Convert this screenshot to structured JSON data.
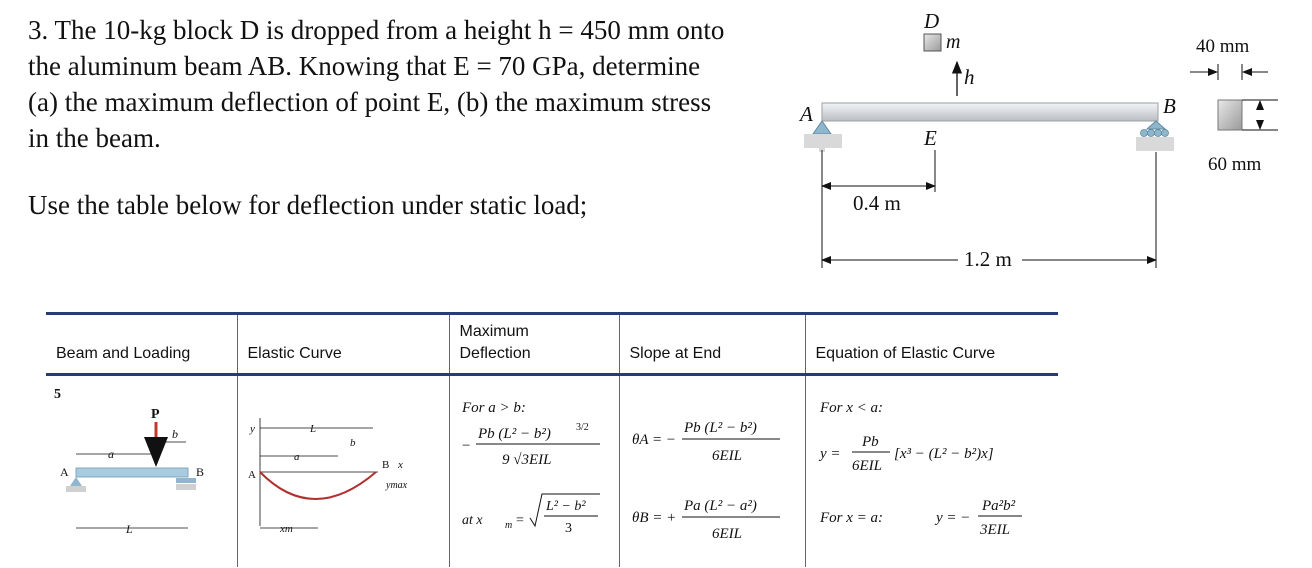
{
  "problem": {
    "lines": [
      "3. The 10-kg block D is dropped from a height h = 450 mm onto",
      "the aluminum beam AB. Knowing that E = 70 GPa, determine",
      "(a) the maximum deflection of point E, (b) the maximum stress",
      "in the beam."
    ],
    "instruction": "Use the table below for deflection under static load;"
  },
  "figure": {
    "label_D": "D",
    "label_m": "m",
    "label_h": "h",
    "label_A": "A",
    "label_B": "B",
    "label_E": "E",
    "dim_a": "0.4 m",
    "dim_L": "1.2 m",
    "section_width": "40 mm",
    "section_height": "60 mm"
  },
  "table": {
    "headers": {
      "beam": "Beam and Loading",
      "curve": "Elastic Curve",
      "deflection_line1": "Maximum",
      "deflection_line2": "Deflection",
      "slope": "Slope at End",
      "equation": "Equation of Elastic Curve"
    },
    "row": {
      "case_number": "5",
      "beam_labels": {
        "P": "P",
        "a": "a",
        "b": "b",
        "A": "A",
        "B": "B",
        "L": "L"
      },
      "curve_labels": {
        "y": "y",
        "L": "L",
        "a": "a",
        "b": "b",
        "A": "A",
        "B": "B",
        "x": "x",
        "ymax": "ymax",
        "xm": "xm"
      },
      "deflection": {
        "condition": "For a > b:",
        "numerator": "Pb (L² − b²)",
        "exponent": "3/2",
        "denominator": "9 √3EIL",
        "location_prefix": "at x",
        "location_sub": "m",
        "location_numerator": "L² − b²",
        "location_denominator": "3"
      },
      "slope": {
        "thetaA_label": "θA = −",
        "thetaA_numerator": "Pb (L² − b²)",
        "thetaA_denominator": "6EIL",
        "thetaB_label": "θB = +",
        "thetaB_numerator": "Pa (L² − a²)",
        "thetaB_denominator": "6EIL"
      },
      "equation": {
        "condition1": "For x < a:",
        "y1_prefix": "y =",
        "y1_numerator": "Pb",
        "y1_denominator": "6EIL",
        "y1_bracket": "[x³ − (L² − b²)x]",
        "condition2": "For x = a:",
        "y2_prefix": "y = −",
        "y2_numerator": "Pa²b²",
        "y2_denominator": "3EIL"
      }
    }
  }
}
